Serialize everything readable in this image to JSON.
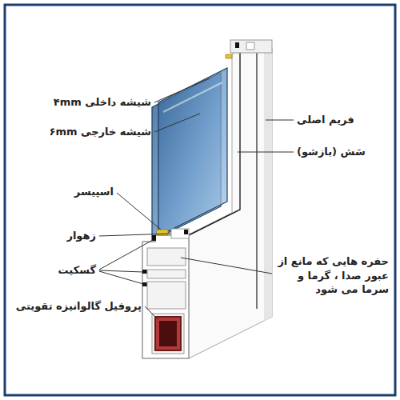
{
  "diagram": {
    "labels": [
      "شیشه داخلی ۴mm",
      "شیشه خارجی ۶mm",
      "اسپیسر",
      "زهوار",
      "گسکیت",
      "پروفیل گالوانیزه تقویتی",
      "فریم اصلی",
      "سَش (بازشو)",
      "حفره هایی که مانع از عبور صدا ، گرما و سرما می شود"
    ]
  }
}
